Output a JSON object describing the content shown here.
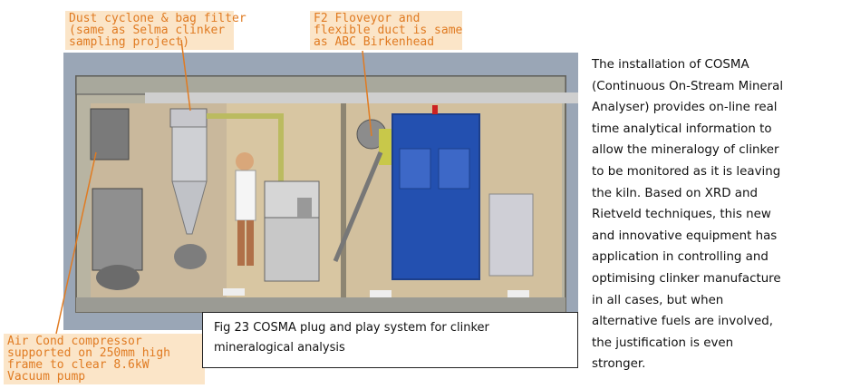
{
  "callouts": {
    "dust_cyclone": "Dust cyclone & bag filter\n(same as Selma clinker\nsampling project)",
    "f2_floveyor": "F2 Floveyor and\nflexible duct is same\nas ABC Birkenhead",
    "air_cond": "Air Cond compressor\nsupported on 250mm high\nframe to clear 8.6kW\nVacuum pump"
  },
  "caption": {
    "line1": "Fig 23 COSMA plug and play system for clinker",
    "line2": "mineralogical analysis"
  },
  "body_lines": [
    "The installation of COSMA",
    "(Continuous On-Stream Mineral",
    "Analyser) provides on-line real",
    "time analytical information to",
    "allow the mineralogy of clinker",
    "to be monitored as it is leaving",
    "the kiln. Based on XRD and",
    "Rietveld techniques, this new",
    "and innovative equipment has",
    "application in controlling and",
    "optimising clinker manufacture",
    "in all cases, but when",
    "alternative fuels are involved,",
    "the justification is even",
    "stronger."
  ]
}
